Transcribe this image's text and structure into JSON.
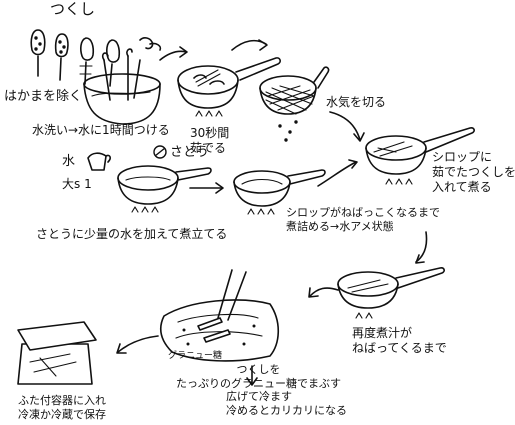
{
  "texts": {
    "title": "つくし",
    "remove_hakama": "はかまを除く",
    "wash_soak": "水洗い→水に1時間つける",
    "boil_30s": "30秒間\n茹でる",
    "drain": "水気を切る",
    "sugar": "さとう",
    "water": "水",
    "amount": "大s 1",
    "boil_sugar_water": "さとうに少量の水を加えて煮立てる",
    "reduce_syrup": "シロップがねばっこくなるまで\n煮詰める→水アメ状態",
    "cook_in_syrup": "シロップに\n茹でたつくしを\n入れて煮る",
    "reboil": "再度煮汁が\nねばってくるまで",
    "granulated_sugar": "グラニュー糖",
    "coat_sugar": "つくしを\nたっぷりのグラニュー糖でまぶす",
    "cool_crispy": "広げて冷ます\n冷めるとカリカリになる",
    "store": "ふた付容器に入れ\n冷凍か冷蔵で保存"
  },
  "colors": {
    "ink": "#111111",
    "background": "#ffffff"
  }
}
